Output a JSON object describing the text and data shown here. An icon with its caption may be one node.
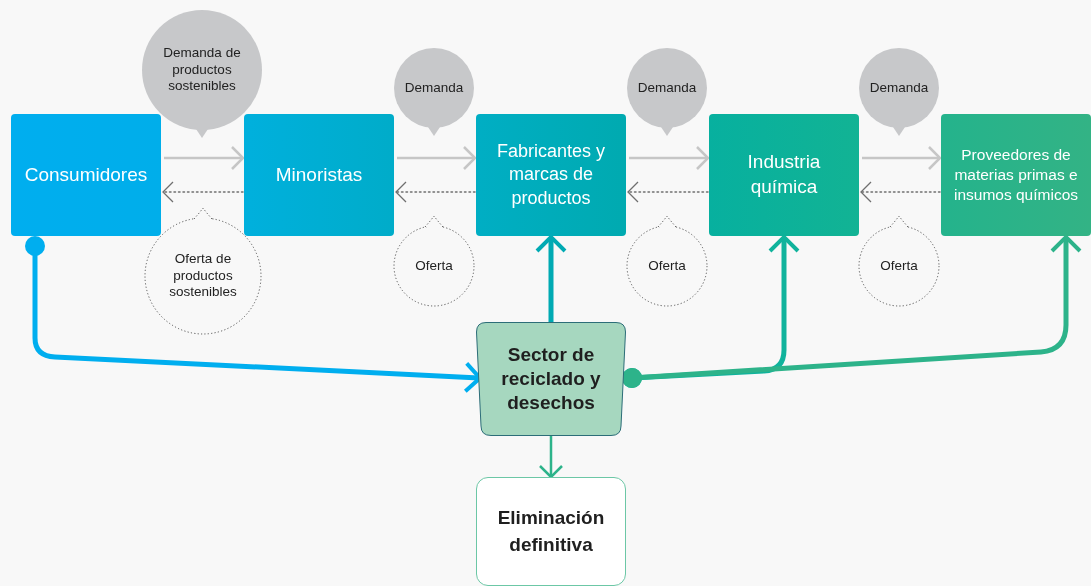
{
  "diagram": {
    "nodes": [
      {
        "text": [
          "Consumidores"
        ]
      },
      {
        "text": [
          "Minoristas"
        ]
      },
      {
        "text": [
          "Fabricantes y marcas de productos"
        ]
      },
      {
        "text": [
          "Industria química"
        ]
      },
      {
        "text": [
          "Proveedores de materias primas e insumos químicos"
        ]
      },
      {
        "text": [
          "Sector de reciclado y desechos"
        ]
      },
      {
        "text": [
          "Eliminación definitiva"
        ]
      },
      {
        "text": [
          "Demanda de productos sostenibles"
        ]
      },
      {
        "text": [
          "Demanda"
        ]
      },
      {
        "text": [
          "Demanda"
        ]
      },
      {
        "text": [
          "Demanda"
        ]
      },
      {
        "text": [
          "Oferta de productos sostenibles"
        ]
      },
      {
        "text": [
          "Oferta"
        ]
      },
      {
        "text": [
          "Oferta"
        ]
      },
      {
        "text": [
          "Oferta"
        ]
      }
    ],
    "edges": [
      {
        "from": 0,
        "to": 1,
        "arrow": "to"
      },
      {
        "from": 1,
        "to": 2,
        "arrow": "to"
      },
      {
        "from": 2,
        "to": 3,
        "arrow": "to"
      },
      {
        "from": 3,
        "to": 4,
        "arrow": "to"
      },
      {
        "from": 1,
        "to": 0,
        "arrow": "to",
        "style": "dashed",
        "color": "#6f6f6f"
      },
      {
        "from": 2,
        "to": 1,
        "arrow": "to",
        "style": "dashed",
        "color": "#6f6f6f"
      },
      {
        "from": 3,
        "to": 2,
        "arrow": "to",
        "style": "dashed",
        "color": "#6f6f6f"
      },
      {
        "from": 4,
        "to": 3,
        "arrow": "to",
        "style": "dashed",
        "color": "#6f6f6f"
      },
      {
        "from": 0,
        "to": 5,
        "arrow": "to",
        "style": "thick",
        "color": "#00aeef"
      },
      {
        "from": 5,
        "to": 2,
        "arrow": "to",
        "style": "thick",
        "color": "#00aab3"
      },
      {
        "from": 5,
        "to": 3,
        "arrow": "to",
        "style": "thick",
        "color": "#10b39c"
      },
      {
        "from": 5,
        "to": 4,
        "arrow": "to",
        "style": "thick",
        "color": "#2db38a"
      },
      {
        "from": 5,
        "to": 6,
        "arrow": "to",
        "color": "#2db38a"
      }
    ]
  }
}
